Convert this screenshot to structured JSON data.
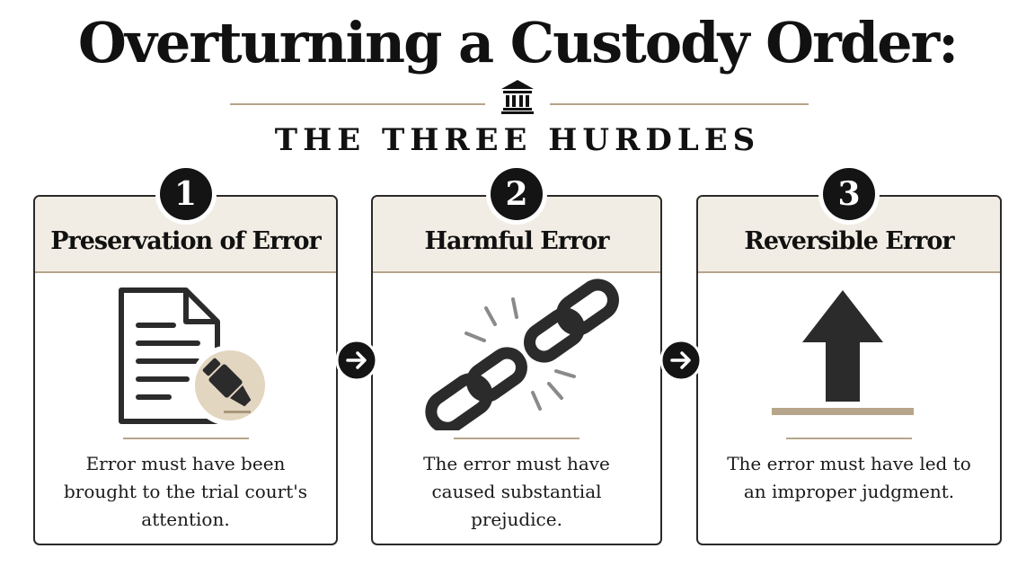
{
  "header": {
    "title": "Overturning a Custody Order:",
    "subtitle": "THE THREE HURDLES",
    "emblem_icon": "courthouse-icon",
    "accent_color": "#b6a58a"
  },
  "hurdles": [
    {
      "number": "1",
      "title": "Preservation of Error",
      "description": "Error must have been brought to the trial court's attention.",
      "icon": "document-with-marker-icon"
    },
    {
      "number": "2",
      "title": "Harmful Error",
      "description": "The error must have caused substantial prejudice.",
      "icon": "broken-chain-icon"
    },
    {
      "number": "3",
      "title": "Reversible Error",
      "description": "The error must have led to an improper judgment.",
      "icon": "up-arrow-icon"
    }
  ],
  "connectors": {
    "icon": "arrow-right-circle-icon"
  }
}
